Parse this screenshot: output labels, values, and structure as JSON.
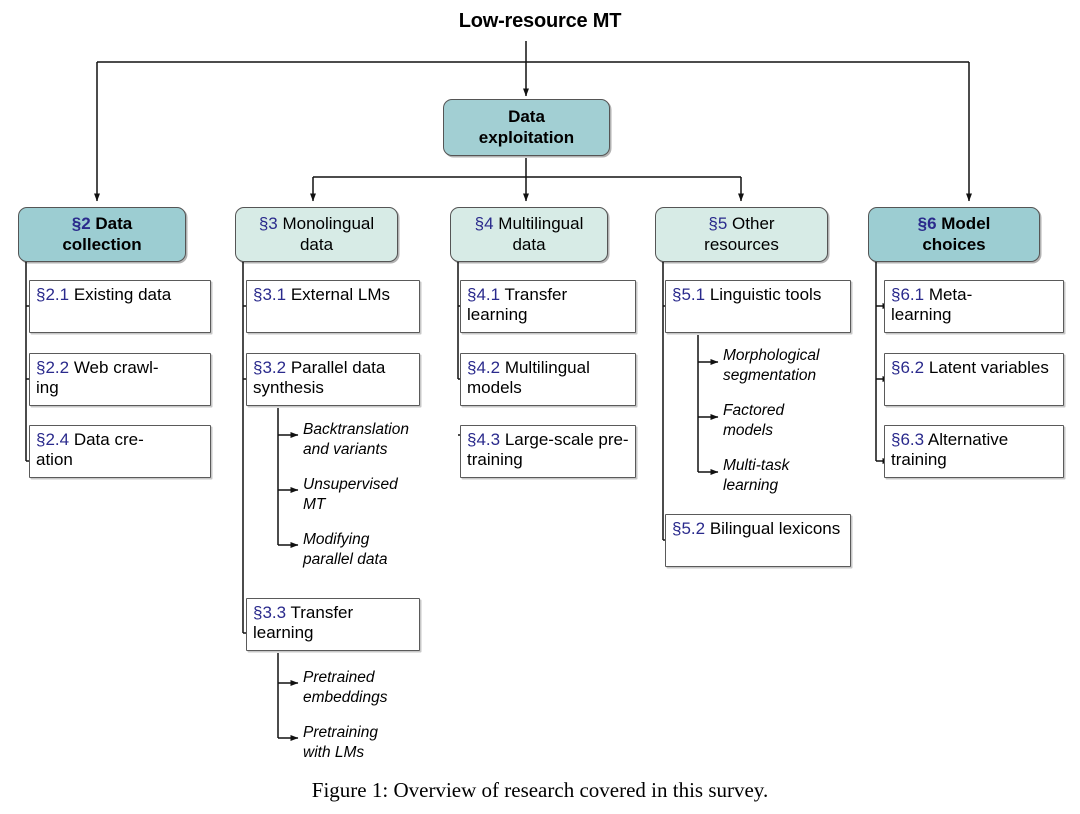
{
  "figure": {
    "root_title": "Low-resource MT",
    "caption": "Figure 1: Overview of research covered in this survey.",
    "colors": {
      "dark_teal": "#9ccdd2",
      "light_teal": "#d7ebe6",
      "section_number": "#2a2a8c",
      "box_border": "#5a5a5a",
      "background": "#ffffff"
    }
  },
  "hub": {
    "line1": "Data",
    "line2": "exploitation"
  },
  "branches": [
    {
      "id": "data-collection",
      "sec": "§2",
      "title": "Data collection",
      "header_line1": "§2 Data",
      "header_line2": "collection",
      "emphasis": "bold",
      "shade": "dark",
      "children": [
        {
          "sec": "§2.1",
          "label": "Existing data"
        },
        {
          "sec": "§2.2",
          "label": "Web crawling"
        },
        {
          "sec": "§2.4",
          "label": "Data creation"
        }
      ]
    },
    {
      "id": "monolingual-data",
      "sec": "§3",
      "title": "Monolingual data",
      "header_line1": "§3 Monolingual",
      "header_line2": "data",
      "emphasis": "normal",
      "shade": "light",
      "children": [
        {
          "sec": "§3.1",
          "label": "External LMs"
        },
        {
          "sec": "§3.2",
          "label": "Parallel data synthesis",
          "leaves": [
            "Backtranslation and variants",
            "Unsupervised MT",
            "Modifying parallel data"
          ]
        },
        {
          "sec": "§3.3",
          "label": "Transfer learning",
          "leaves": [
            "Pretrained embeddings",
            "Pretraining with LMs"
          ]
        }
      ]
    },
    {
      "id": "multilingual-data",
      "sec": "§4",
      "title": "Multilingual data",
      "header_line1": "§4 Multilingual",
      "header_line2": "data",
      "emphasis": "normal",
      "shade": "light",
      "children": [
        {
          "sec": "§4.1",
          "label": "Transfer learning"
        },
        {
          "sec": "§4.2",
          "label": "Multilingual models"
        },
        {
          "sec": "§4.3",
          "label": "Large-scale pre-training"
        }
      ]
    },
    {
      "id": "other-resources",
      "sec": "§5",
      "title": "Other resources",
      "header_line1": "§5 Other",
      "header_line2": "resources",
      "emphasis": "normal",
      "shade": "light",
      "children": [
        {
          "sec": "§5.1",
          "label": "Linguistic tools",
          "leaves": [
            "Morphological segmentation",
            "Factored models",
            "Multi-task learning"
          ]
        },
        {
          "sec": "§5.2",
          "label": "Bilingual lexicons"
        }
      ]
    },
    {
      "id": "model-choices",
      "sec": "§6",
      "title": "Model choices",
      "header_line1": "§6 Model",
      "header_line2": "choices",
      "emphasis": "bold",
      "shade": "dark",
      "children": [
        {
          "sec": "§6.1",
          "label": "Meta-learning"
        },
        {
          "sec": "§6.2",
          "label": "Latent variables"
        },
        {
          "sec": "§6.3",
          "label": "Alternative training"
        }
      ]
    }
  ],
  "boxes": {
    "b21": {
      "sec": "§2.1",
      "text": " Existing data"
    },
    "b22": {
      "sec": "§2.2",
      "text": " Web crawl-\ning"
    },
    "b24": {
      "sec": "§2.4",
      "text": " Data cre-\nation"
    },
    "b31": {
      "sec": "§3.1",
      "text": " External LMs"
    },
    "b32": {
      "sec": "§3.2",
      "text": " Parallel data synthesis"
    },
    "b33": {
      "sec": "§3.3",
      "text": " Transfer learning"
    },
    "b41": {
      "sec": "§4.1",
      "text": " Transfer learning"
    },
    "b42": {
      "sec": "§4.2",
      "text": " Multilingual models"
    },
    "b43": {
      "sec": "§4.3",
      "text": " Large-scale pre-training"
    },
    "b51": {
      "sec": "§5.1",
      "text": " Linguistic tools"
    },
    "b52": {
      "sec": "§5.2",
      "text": " Bilingual lexicons"
    },
    "b61": {
      "sec": "§6.1",
      "text": " Meta-learning"
    },
    "b62": {
      "sec": "§6.2",
      "text": " Latent variables"
    },
    "b63": {
      "sec": "§6.3",
      "text": " Alternative training"
    }
  },
  "leaves": {
    "l321": "Backtranslation\nand variants",
    "l322": "Unsupervised\nMT",
    "l323": "Modifying\nparallel data",
    "l331": "Pretrained\nembeddings",
    "l332": "Pretraining\nwith LMs",
    "l511": "Morphological\nsegmentation",
    "l512": "Factored\nmodels",
    "l513": "Multi-task\nlearning"
  }
}
